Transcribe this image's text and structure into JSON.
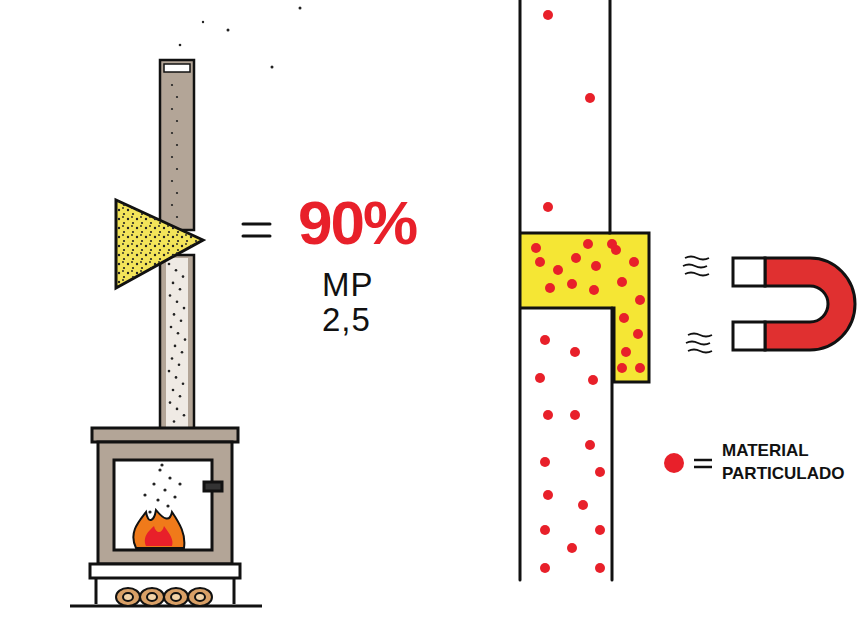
{
  "diagram": {
    "labels": [
      "90%",
      "MP 2,5"
    ],
    "legend": [
      {
        "text": "MATERIAL PARTICULADO",
        "color": "#e8202a"
      }
    ]
  }
}
